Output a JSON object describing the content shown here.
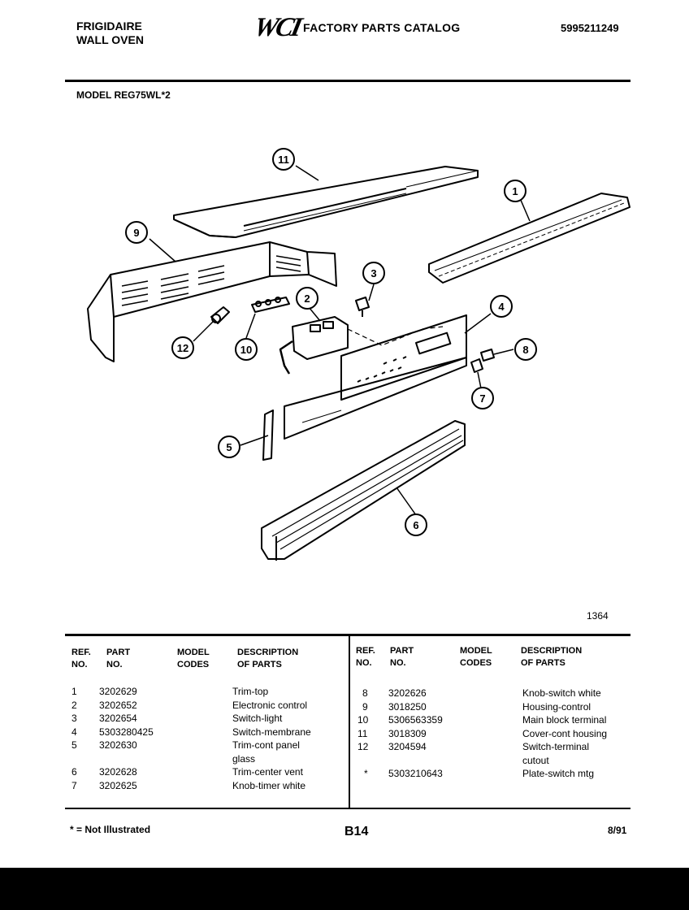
{
  "header": {
    "brand_line1": "FRIGIDAIRE",
    "brand_line2": "WALL OVEN",
    "logo": "WCI",
    "catalog_title": "FACTORY PARTS CATALOG",
    "catalog_number": "5995211249",
    "model": "MODEL REG75WL*2"
  },
  "diagram": {
    "number": "1364",
    "callouts": [
      "1",
      "2",
      "3",
      "4",
      "5",
      "6",
      "7",
      "8",
      "9",
      "10",
      "11",
      "12"
    ]
  },
  "table": {
    "headers": {
      "ref": [
        "REF.",
        "NO."
      ],
      "part": [
        "PART",
        "NO."
      ],
      "model": [
        "MODEL",
        "CODES"
      ],
      "desc": [
        "DESCRIPTION",
        "OF PARTS"
      ]
    },
    "left_rows": [
      {
        "ref": "1",
        "part": "3202629",
        "desc": "Trim-top"
      },
      {
        "ref": "2",
        "part": "3202652",
        "desc": "Electronic control"
      },
      {
        "ref": "3",
        "part": "3202654",
        "desc": "Switch-light"
      },
      {
        "ref": "4",
        "part": "5303280425",
        "desc": "Switch-membrane"
      },
      {
        "ref": "5",
        "part": "3202630",
        "desc": "Trim-cont panel"
      },
      {
        "ref": "",
        "part": "",
        "desc": "glass"
      },
      {
        "ref": "6",
        "part": "3202628",
        "desc": "Trim-center vent"
      },
      {
        "ref": "7",
        "part": "3202625",
        "desc": "Knob-timer white"
      }
    ],
    "right_rows": [
      {
        "ref": "8",
        "part": "3202626",
        "desc": "Knob-switch white"
      },
      {
        "ref": "9",
        "part": "3018250",
        "desc": "Housing-control"
      },
      {
        "ref": "10",
        "part": "5306563359",
        "desc": "Main block terminal"
      },
      {
        "ref": "11",
        "part": "3018309",
        "desc": "Cover-cont housing"
      },
      {
        "ref": "12",
        "part": "3204594",
        "desc": "Switch-terminal"
      },
      {
        "ref": "",
        "part": "",
        "desc": "cutout"
      },
      {
        "ref": "*",
        "part": "5303210643",
        "desc": "Plate-switch mtg"
      }
    ]
  },
  "footer": {
    "note": "* = Not Illustrated",
    "page": "B14",
    "date": "8/91"
  }
}
